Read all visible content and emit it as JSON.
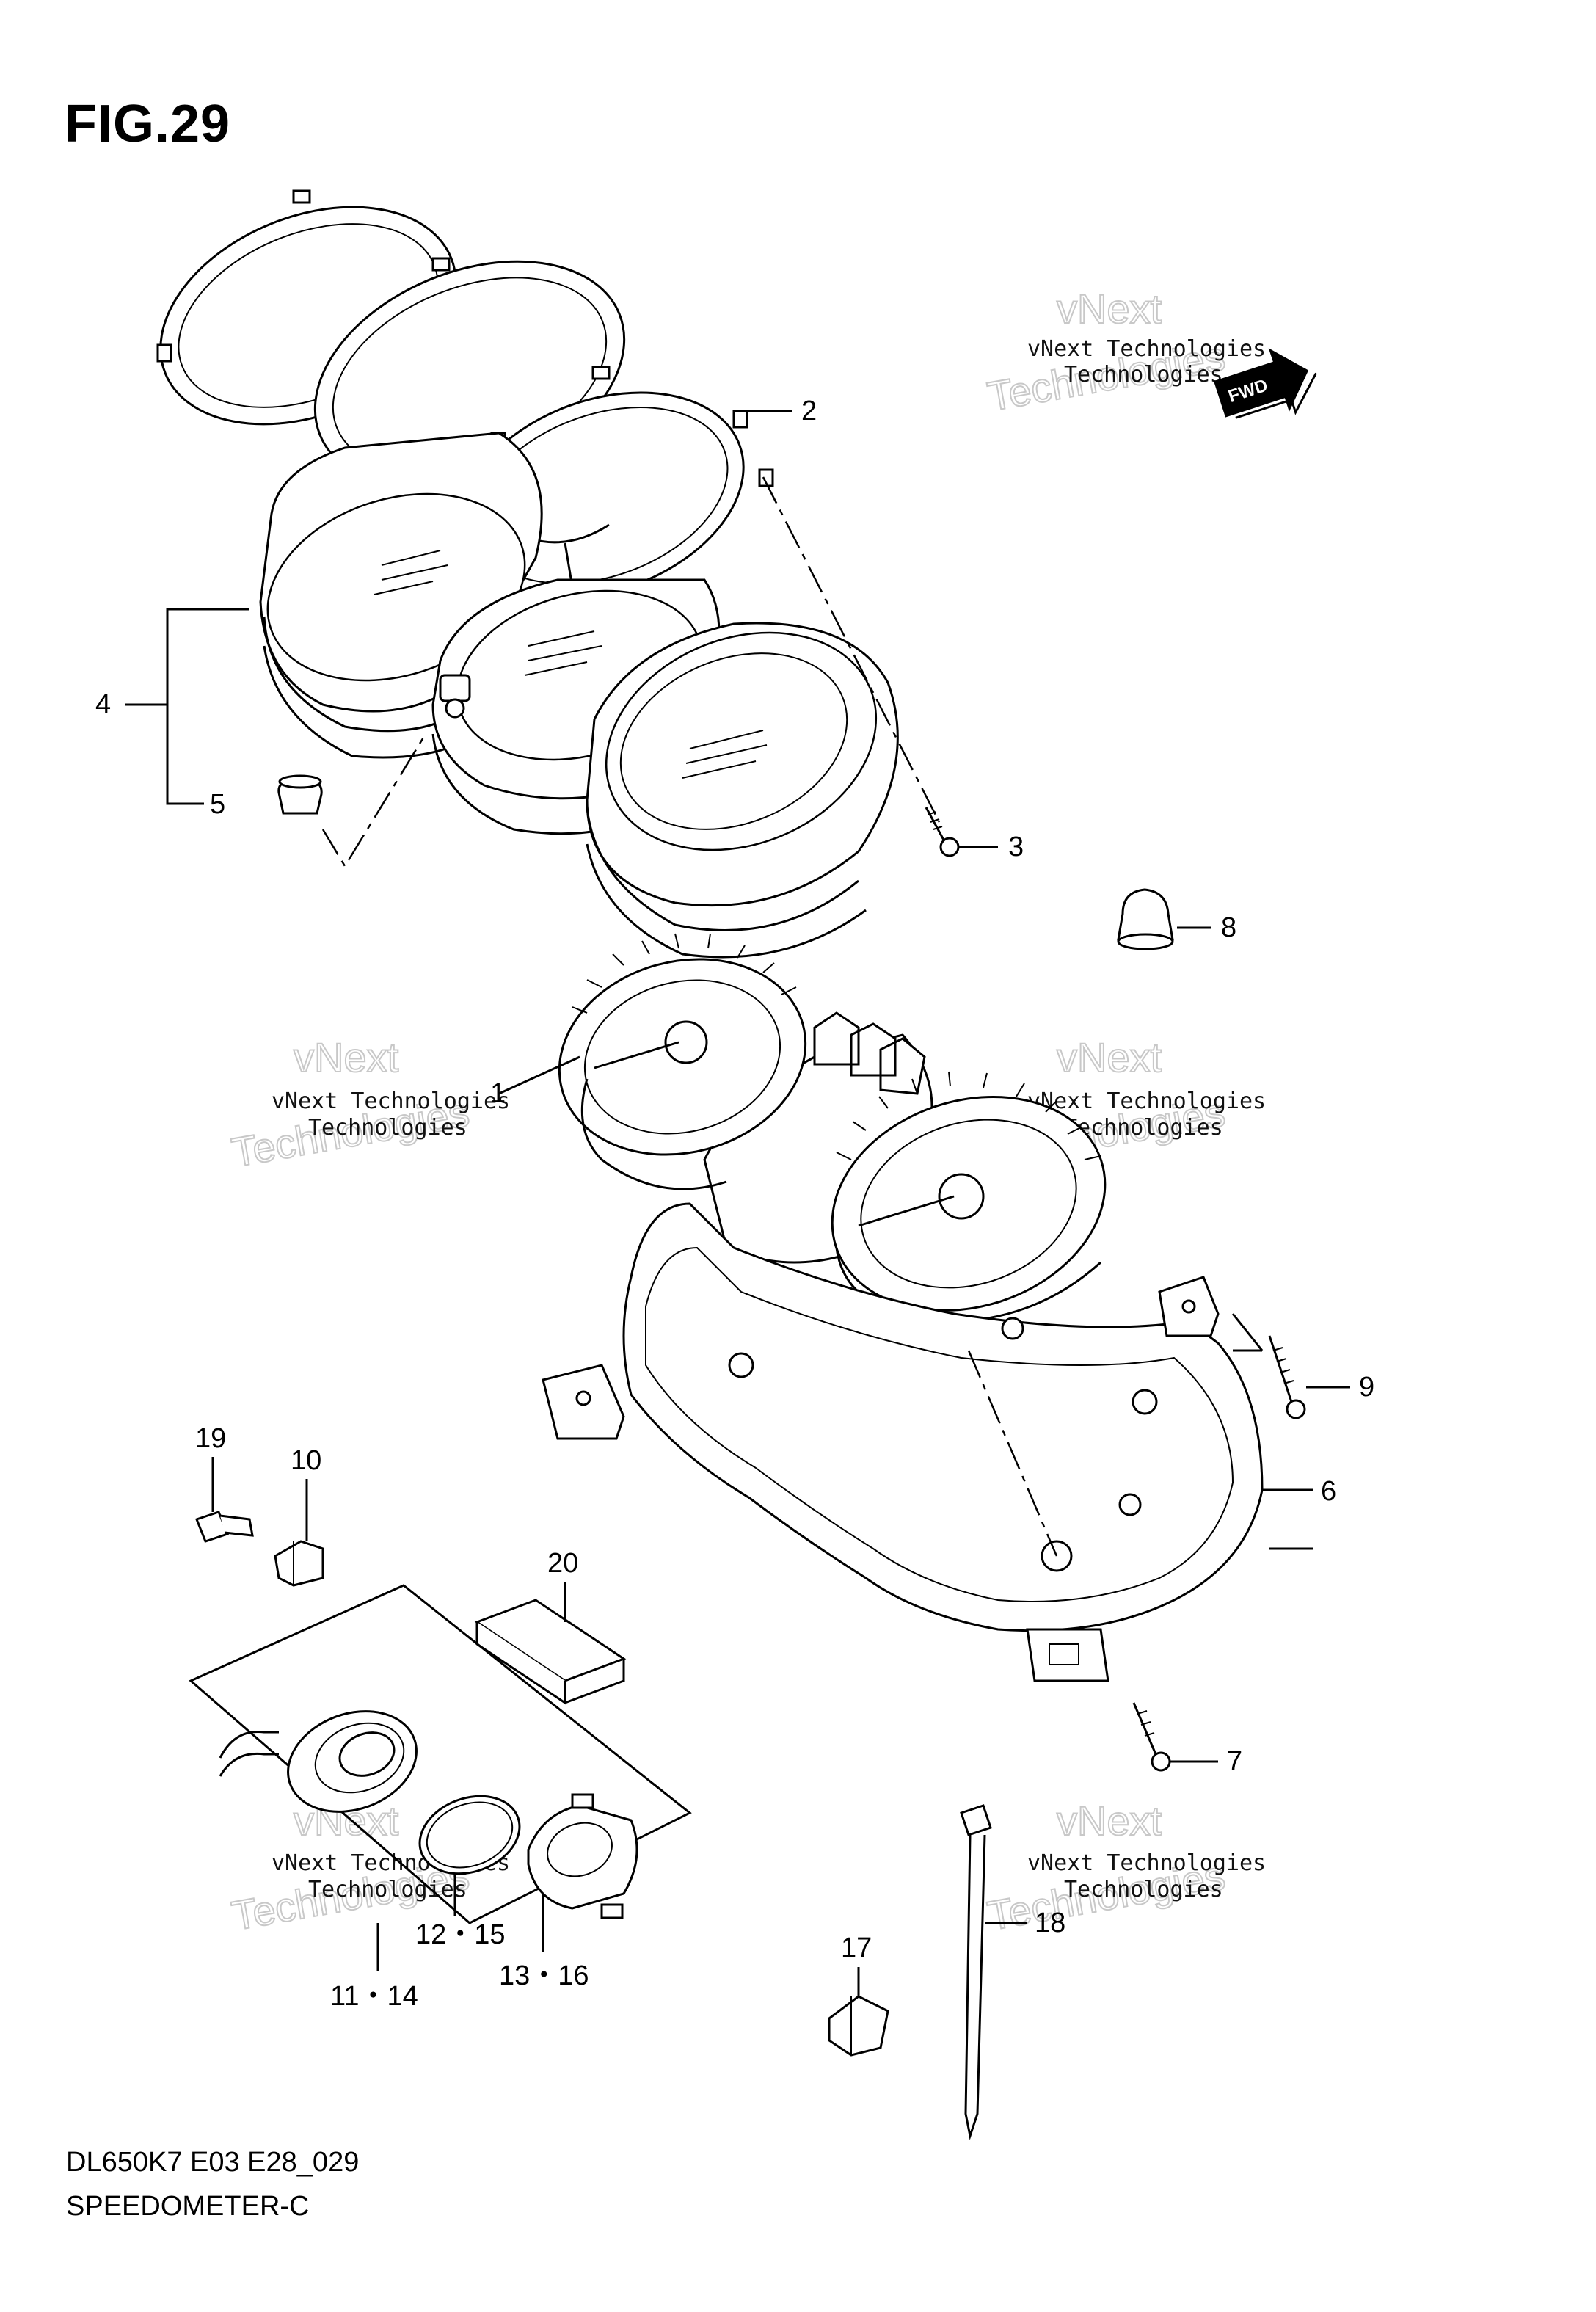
{
  "figure": {
    "title": "FIG.29",
    "code": "DL650K7 E03 E28_029",
    "name": "SPEEDOMETER-C"
  },
  "watermark": {
    "line1": "vNext Technologies",
    "line2a": "vNext",
    "line2b": "Technologies"
  },
  "fwd_label": "FWD",
  "callouts": [
    {
      "id": "c1",
      "label": "1"
    },
    {
      "id": "c2",
      "label": "2"
    },
    {
      "id": "c3",
      "label": "3"
    },
    {
      "id": "c4",
      "label": "4"
    },
    {
      "id": "c5",
      "label": "5"
    },
    {
      "id": "c6",
      "label": "6"
    },
    {
      "id": "c7",
      "label": "7"
    },
    {
      "id": "c8",
      "label": "8"
    },
    {
      "id": "c9",
      "label": "9"
    },
    {
      "id": "c10",
      "label": "10"
    },
    {
      "id": "c11",
      "label": "11・14"
    },
    {
      "id": "c12",
      "label": "12・15"
    },
    {
      "id": "c13",
      "label": "13・16"
    },
    {
      "id": "c17",
      "label": "17"
    },
    {
      "id": "c18",
      "label": "18"
    },
    {
      "id": "c19",
      "label": "19"
    },
    {
      "id": "c20",
      "label": "20"
    }
  ]
}
